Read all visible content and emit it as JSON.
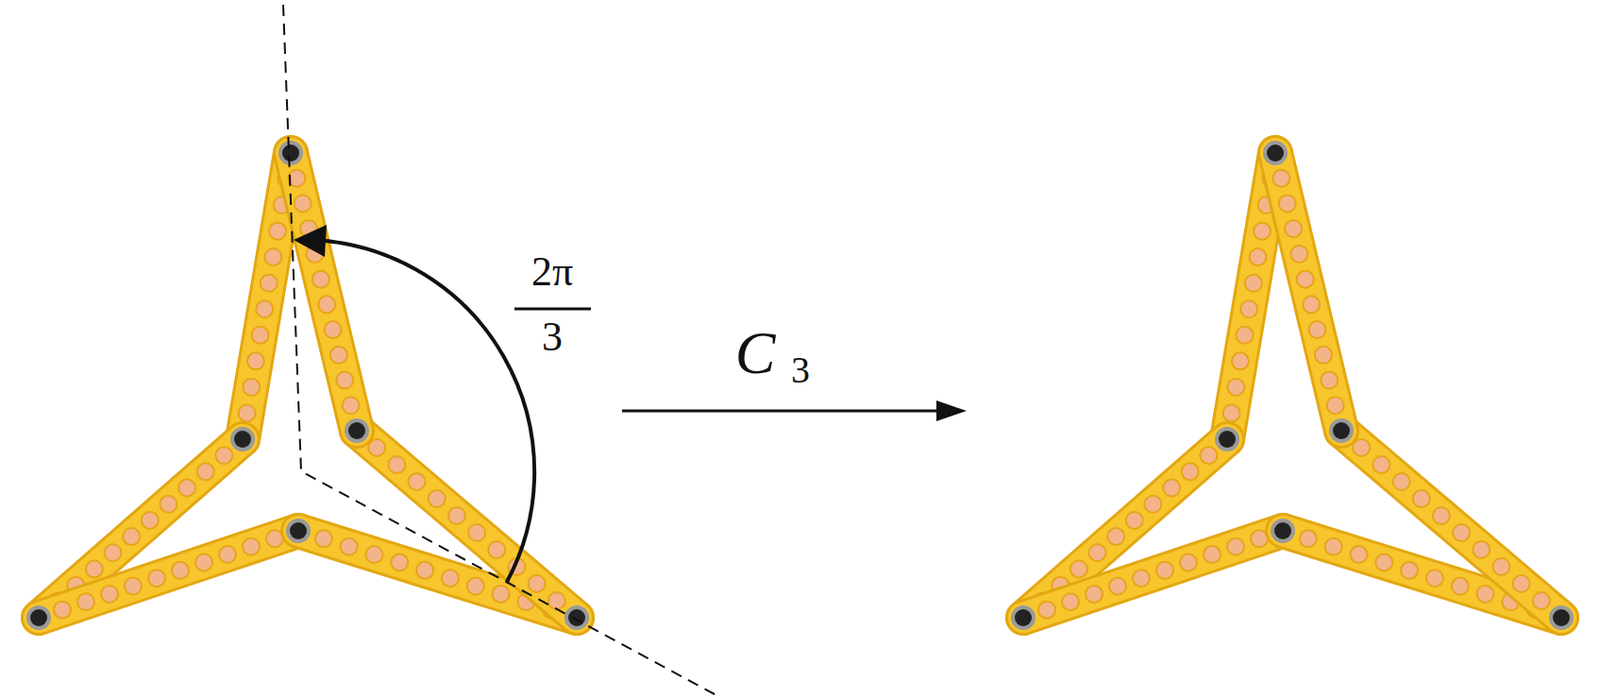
{
  "diagram": {
    "labels": [
      "2π",
      "3",
      "C",
      "3"
    ]
  }
}
